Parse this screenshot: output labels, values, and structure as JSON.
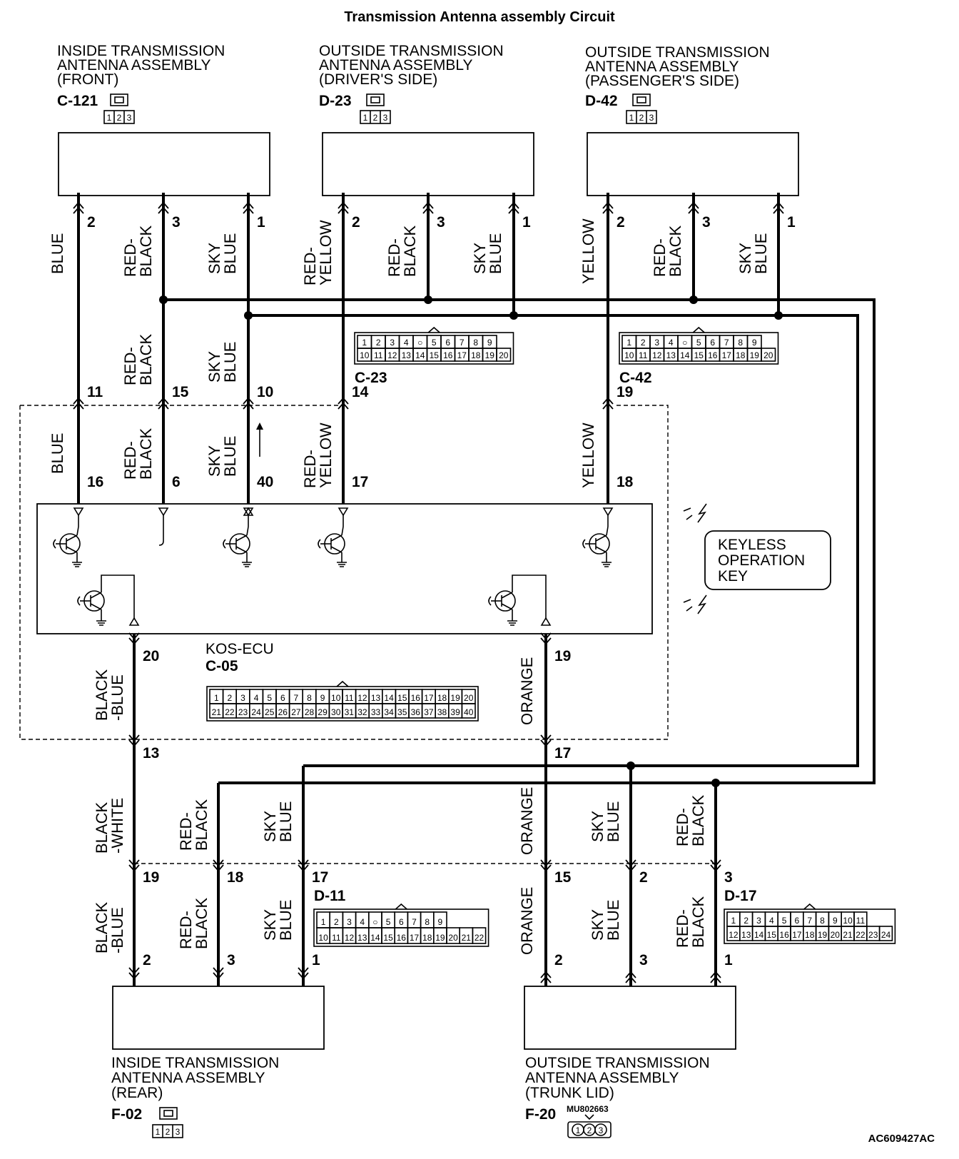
{
  "title": "Transmission Antenna assembly Circuit",
  "reference": "AC609427AC",
  "part_note": "MU802663",
  "connector_pins_small": [
    "1",
    "2",
    "3"
  ],
  "antennas_top": [
    {
      "lines": [
        "INSIDE TRANSMISSION",
        "ANTENNA ASSEMBLY",
        "(FRONT)"
      ],
      "code": "C-121"
    },
    {
      "lines": [
        "OUTSIDE TRANSMISSION",
        "ANTENNA ASSEMBLY",
        "(DRIVER'S SIDE)"
      ],
      "code": "D-23"
    },
    {
      "lines": [
        "OUTSIDE TRANSMISSION",
        "ANTENNA ASSEMBLY",
        "(PASSENGER'S SIDE)"
      ],
      "code": "D-42"
    }
  ],
  "antennas_bottom": [
    {
      "lines": [
        "INSIDE TRANSMISSION",
        "ANTENNA ASSEMBLY",
        "(REAR)"
      ],
      "code": "F-02"
    },
    {
      "lines": [
        "OUTSIDE TRANSMISSION",
        "ANTENNA ASSEMBLY",
        "(TRUNK LID)"
      ],
      "code": "F-20"
    }
  ],
  "ecu": {
    "name": "KOS-ECU",
    "code": "C-05"
  },
  "keyless_key": [
    "KEYLESS",
    "OPERATION",
    "KEY"
  ],
  "connectors": {
    "c23": {
      "code": "C-23",
      "rows": [
        [
          "1",
          "2",
          "3",
          "4",
          "○",
          "5",
          "6",
          "7",
          "8",
          "9"
        ],
        [
          "10",
          "11",
          "12",
          "13",
          "14",
          "15",
          "16",
          "17",
          "18",
          "19",
          "20"
        ]
      ]
    },
    "c42": {
      "code": "C-42",
      "rows": [
        [
          "1",
          "2",
          "3",
          "4",
          "○",
          "5",
          "6",
          "7",
          "8",
          "9"
        ],
        [
          "10",
          "11",
          "12",
          "13",
          "14",
          "15",
          "16",
          "17",
          "18",
          "19",
          "20"
        ]
      ]
    },
    "c05": {
      "rows": [
        [
          "1",
          "2",
          "3",
          "4",
          "5",
          "6",
          "7",
          "8",
          "9",
          "10",
          "11",
          "12",
          "13",
          "14",
          "15",
          "16",
          "17",
          "18",
          "19",
          "20"
        ],
        [
          "21",
          "22",
          "23",
          "24",
          "25",
          "26",
          "27",
          "28",
          "29",
          "30",
          "31",
          "32",
          "33",
          "34",
          "35",
          "36",
          "37",
          "38",
          "39",
          "40"
        ]
      ]
    },
    "d11": {
      "code": "D-11",
      "rows": [
        [
          "1",
          "2",
          "3",
          "4",
          "○",
          "5",
          "6",
          "7",
          "8",
          "9"
        ],
        [
          "10",
          "11",
          "12",
          "13",
          "14",
          "15",
          "16",
          "17",
          "18",
          "19",
          "20",
          "21",
          "22"
        ]
      ]
    },
    "d17": {
      "code": "D-17",
      "rows": [
        [
          "1",
          "2",
          "3",
          "4",
          "5",
          "6",
          "7",
          "8",
          "9",
          "10",
          "11"
        ],
        [
          "12",
          "13",
          "14",
          "15",
          "16",
          "17",
          "18",
          "19",
          "20",
          "21",
          "22",
          "23",
          "24"
        ]
      ]
    }
  },
  "wire_colors": {
    "blue": "BLUE",
    "red_black": [
      "RED-",
      "BLACK"
    ],
    "sky_blue": [
      "SKY",
      "BLUE"
    ],
    "red_yellow": [
      "RED-",
      "YELLOW"
    ],
    "yellow": "YELLOW",
    "black_blue": [
      "BLACK",
      "-BLUE"
    ],
    "black_white": [
      "BLACK",
      "-WHITE"
    ],
    "orange": "ORANGE"
  },
  "pin_numbers": {
    "top": [
      "2",
      "3",
      "1",
      "2",
      "3",
      "1",
      "2",
      "3",
      "1"
    ],
    "c_side": [
      "11",
      "15",
      "10",
      "14",
      "19"
    ],
    "ecu_top": [
      "16",
      "6",
      "40",
      "17",
      "18"
    ],
    "ecu_bottom": [
      "20",
      "19"
    ],
    "mid": [
      "13",
      "17"
    ],
    "d11_pins": [
      "19",
      "18",
      "17"
    ],
    "d17_pins": [
      "15",
      "2",
      "3"
    ],
    "bottom": [
      "2",
      "3",
      "1",
      "2",
      "3",
      "1"
    ]
  }
}
